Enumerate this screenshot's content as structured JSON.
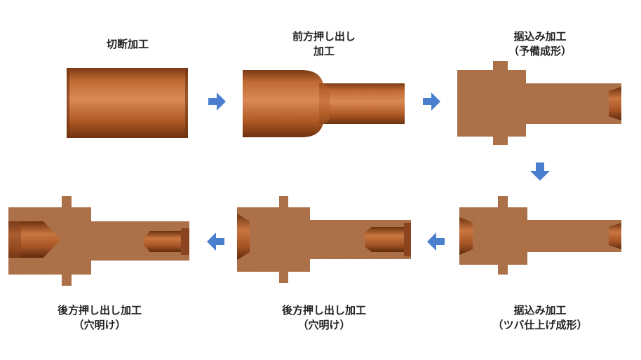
{
  "colors": {
    "copper_smooth": "#b8612b",
    "copper_dark": "#7a3a14",
    "copper_highlight": "#d98a55",
    "copper_rough": "#a9683d",
    "arrow": "#4a7fcf"
  },
  "steps": [
    {
      "id": "step1",
      "line1": "切断加工",
      "line2": ""
    },
    {
      "id": "step2",
      "line1": "前方押し出し",
      "line2": "加工"
    },
    {
      "id": "step3",
      "line1": "据込み加工",
      "line2": "（予備成形）"
    },
    {
      "id": "step4",
      "line1": "据込み加工",
      "line2": "（ツバ仕上げ成形）"
    },
    {
      "id": "step5",
      "line1": "後方押し出し加工",
      "line2": "（穴明け）"
    },
    {
      "id": "step6",
      "line1": "後方押し出し加工",
      "line2": "（穴明け）"
    }
  ],
  "arrows": [
    {
      "from": "step1",
      "to": "step2",
      "direction": "right"
    },
    {
      "from": "step2",
      "to": "step3",
      "direction": "right"
    },
    {
      "from": "step3",
      "to": "step4",
      "direction": "down"
    },
    {
      "from": "step4",
      "to": "step5",
      "direction": "left"
    },
    {
      "from": "step5",
      "to": "step6",
      "direction": "left"
    }
  ]
}
